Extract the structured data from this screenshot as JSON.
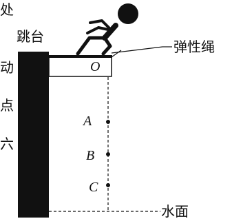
{
  "diagram": {
    "fragments": [
      "处",
      "动",
      "点",
      "六"
    ],
    "platform_label": "跳台",
    "rope_label": "弹性绳",
    "water_label": "水面",
    "points": [
      {
        "id": "O",
        "label": "O"
      },
      {
        "id": "A",
        "label": "A"
      },
      {
        "id": "B",
        "label": "B"
      },
      {
        "id": "C",
        "label": "C"
      }
    ],
    "colors": {
      "ink": "#111111",
      "background": "#ffffff"
    }
  }
}
